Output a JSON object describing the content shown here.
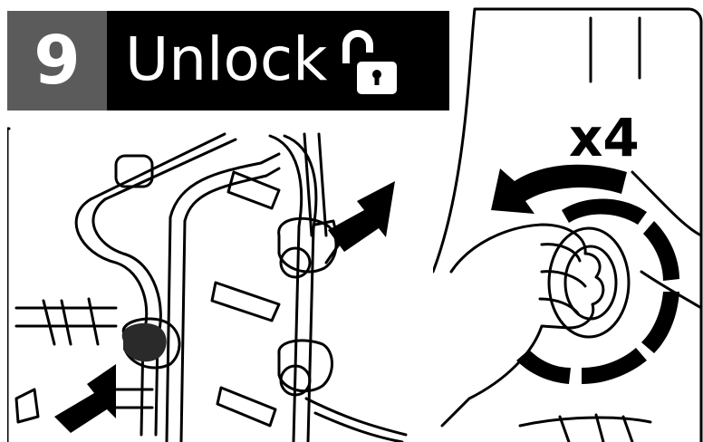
{
  "step": {
    "number": "9",
    "title": "Unlock"
  },
  "icons": {
    "title_icon": "unlocked-padlock-icon",
    "rotate_arrow": "counterclockwise-arrow-icon",
    "pointer_arrows": "pointer-arrow-icon"
  },
  "instruction": {
    "repeat_label": "x4"
  },
  "colors": {
    "step_box": "#5b5b5b",
    "title_box": "#000000",
    "text_on_dark": "#ffffff",
    "line_art": "#000000"
  }
}
